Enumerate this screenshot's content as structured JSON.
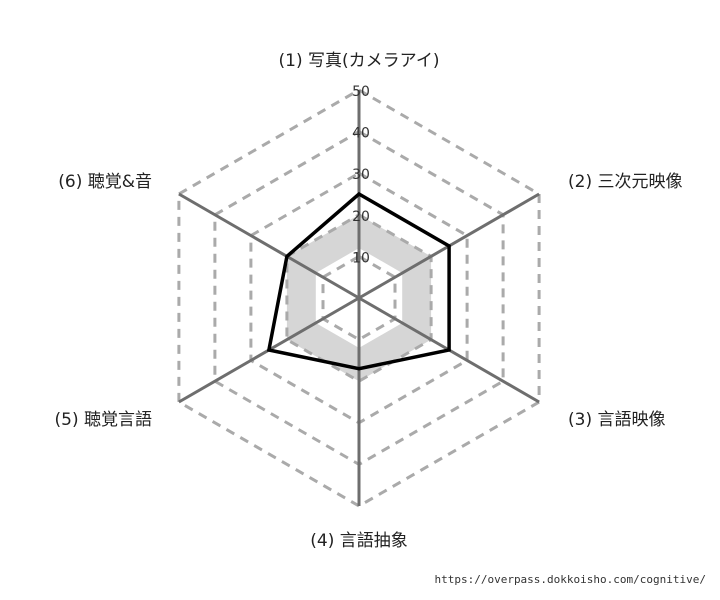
{
  "chart_data": {
    "type": "radar",
    "axes": [
      "(1) 写真(カメラアイ)",
      "(2) 三次元映像",
      "(3) 言語映像",
      "(4) 言語抽象",
      "(5) 聴覚言語",
      "(6) 聴覚&音"
    ],
    "values": [
      25,
      25,
      25,
      17,
      25,
      20
    ],
    "band": [
      12,
      20
    ],
    "rlim": [
      0,
      50
    ],
    "ticks": [
      10,
      20,
      30,
      40,
      50
    ],
    "tick_labels": [
      "10",
      "20",
      "30",
      "40",
      "50"
    ],
    "grid": true,
    "grid_style": "dashed",
    "colors": {
      "series": "#000000",
      "band": "#d6d6d6",
      "grid": "#aaaaaa",
      "spokes": "#6e6e6e"
    }
  },
  "footer": {
    "url": "https://overpass.dokkoisho.com/cognitive/"
  }
}
